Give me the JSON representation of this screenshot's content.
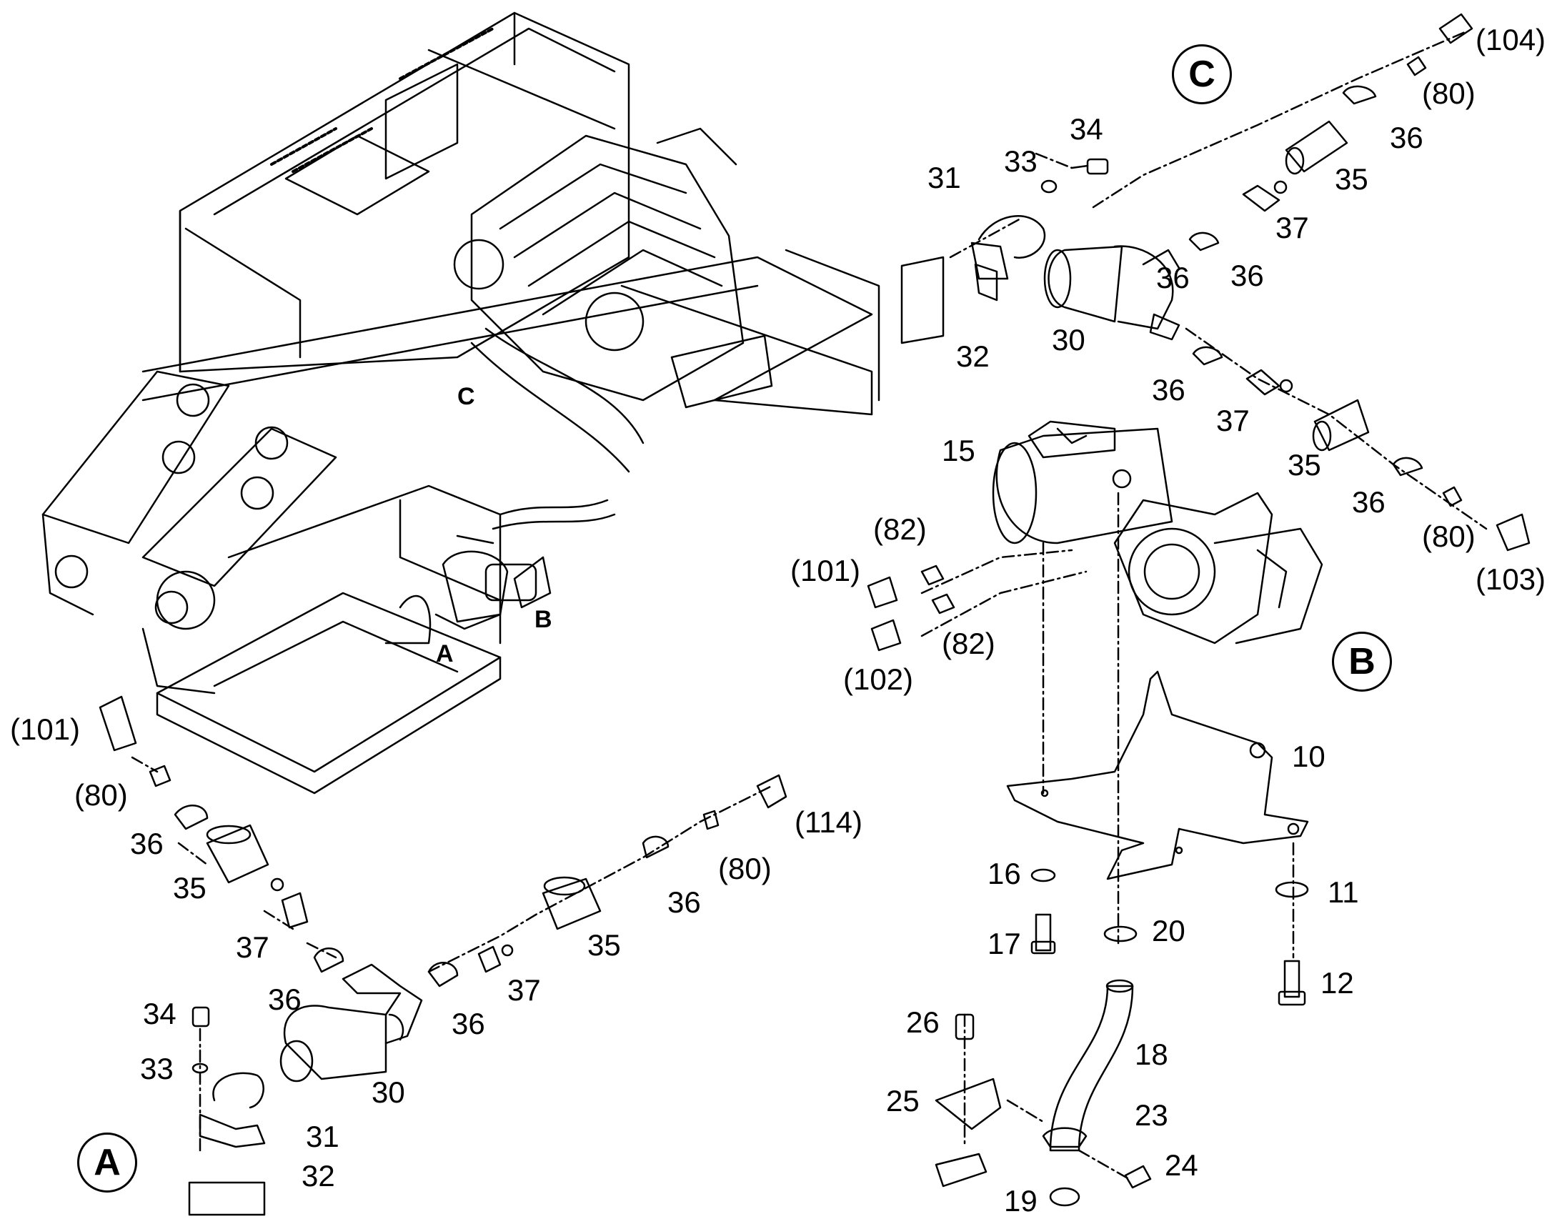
{
  "views": {
    "A": "A",
    "B": "B",
    "C": "C"
  },
  "machine_labels": {
    "A": "A",
    "B": "B",
    "C": "C"
  },
  "labels": [
    {
      "id": "c-34",
      "text": "34"
    },
    {
      "id": "c-33",
      "text": "33"
    },
    {
      "id": "c-31",
      "text": "31"
    },
    {
      "id": "c-32",
      "text": "32"
    },
    {
      "id": "c-30",
      "text": "30"
    },
    {
      "id": "c-36a",
      "text": "36"
    },
    {
      "id": "c-37a",
      "text": "37"
    },
    {
      "id": "c-35a",
      "text": "35"
    },
    {
      "id": "c-36b",
      "text": "36"
    },
    {
      "id": "c-80a",
      "text": "(80)"
    },
    {
      "id": "c-104",
      "text": "(104)"
    },
    {
      "id": "c-36c",
      "text": "36"
    },
    {
      "id": "c-37b",
      "text": "37"
    },
    {
      "id": "c-36d",
      "text": "36"
    },
    {
      "id": "c-35b",
      "text": "35"
    },
    {
      "id": "c-36e",
      "text": "36"
    },
    {
      "id": "c-80b",
      "text": "(80)"
    },
    {
      "id": "c-103",
      "text": "(103)"
    },
    {
      "id": "b-15",
      "text": "15"
    },
    {
      "id": "b-82a",
      "text": "(82)"
    },
    {
      "id": "b-101",
      "text": "(101)"
    },
    {
      "id": "b-82b",
      "text": "(82)"
    },
    {
      "id": "b-102",
      "text": "(102)"
    },
    {
      "id": "b-10",
      "text": "10"
    },
    {
      "id": "b-16",
      "text": "16"
    },
    {
      "id": "b-17",
      "text": "17"
    },
    {
      "id": "b-20",
      "text": "20"
    },
    {
      "id": "b-11",
      "text": "11"
    },
    {
      "id": "b-12",
      "text": "12"
    },
    {
      "id": "b-26",
      "text": "26"
    },
    {
      "id": "b-18",
      "text": "18"
    },
    {
      "id": "b-25",
      "text": "25"
    },
    {
      "id": "b-23",
      "text": "23"
    },
    {
      "id": "b-24",
      "text": "24"
    },
    {
      "id": "b-19",
      "text": "19"
    },
    {
      "id": "a-101",
      "text": "(101)"
    },
    {
      "id": "a-80a",
      "text": "(80)"
    },
    {
      "id": "a-36a",
      "text": "36"
    },
    {
      "id": "a-35a",
      "text": "35"
    },
    {
      "id": "a-37a",
      "text": "37"
    },
    {
      "id": "a-36b",
      "text": "36"
    },
    {
      "id": "a-34",
      "text": "34"
    },
    {
      "id": "a-33",
      "text": "33"
    },
    {
      "id": "a-30",
      "text": "30"
    },
    {
      "id": "a-31",
      "text": "31"
    },
    {
      "id": "a-32",
      "text": "32"
    },
    {
      "id": "a-36c",
      "text": "36"
    },
    {
      "id": "a-37b",
      "text": "37"
    },
    {
      "id": "a-35b",
      "text": "35"
    },
    {
      "id": "a-36d",
      "text": "36"
    },
    {
      "id": "a-80b",
      "text": "(80)"
    },
    {
      "id": "a-114",
      "text": "(114)"
    }
  ]
}
